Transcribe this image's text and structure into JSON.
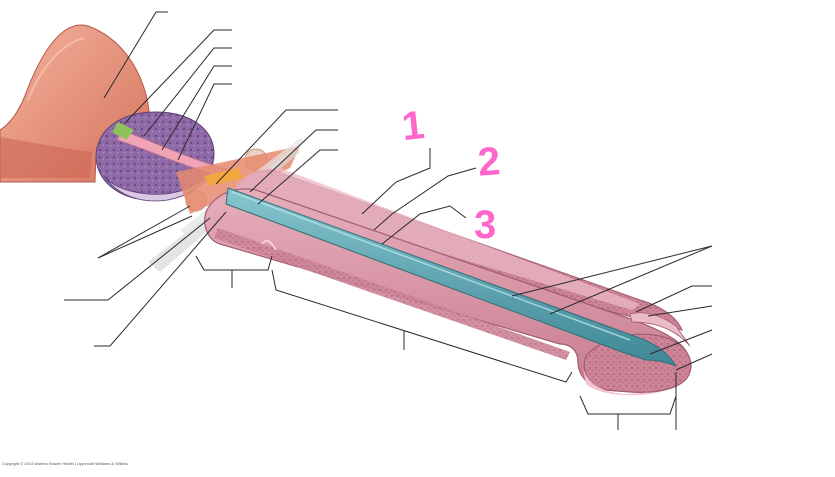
{
  "callouts": {
    "n1": "1",
    "n2": "2",
    "n3": "3"
  },
  "footer": {
    "copyright": "Copyright © 2014 Wolters Kluwer Health | Lippincott Williams & Wilkins"
  },
  "colors": {
    "bladder": "#e0826a",
    "bladder_light": "#f0a78f",
    "prostate": "#9a7bb0",
    "tissue": "#d78fa0",
    "tissue_light": "#ebbac6",
    "urethra": "#4e9aa8",
    "urethra_light": "#7fc2cc",
    "leader": "#2a2a2a",
    "callout": "#ff66cc"
  }
}
